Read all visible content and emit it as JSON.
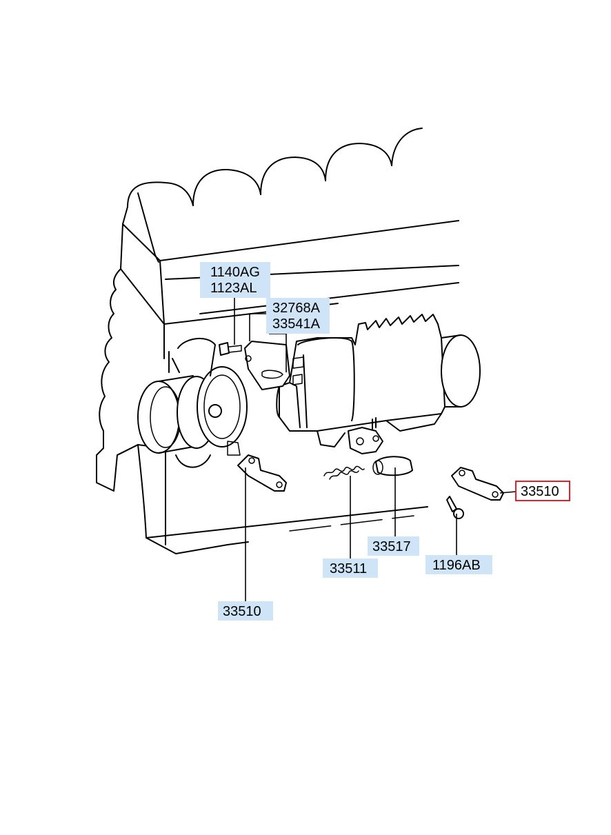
{
  "labels": {
    "l1140AG": "1140AG",
    "l1123AL": "1123AL",
    "l32768A": "32768A",
    "l33541A": "33541A",
    "l33510_left": "33510",
    "l33511": "33511",
    "l33517": "33517",
    "l1196AB": "1196AB",
    "l33510_right": "33510"
  },
  "colors": {
    "label_background": "#cfe5f7",
    "highlight_border": "#e0222a"
  }
}
